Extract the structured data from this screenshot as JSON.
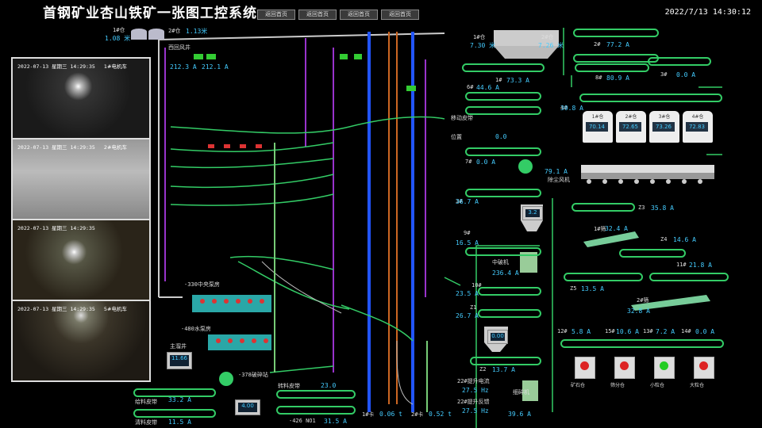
{
  "header": {
    "title": "首钢矿业杏山铁矿一张图工控系统",
    "nav_buttons": [
      "返回首页",
      "返回首页",
      "返回首页",
      "返回首页"
    ],
    "datetime": "2022/7/13  14:30:12"
  },
  "cameras": [
    {
      "timestamp": "2022-07-13 星期三 14:29:35",
      "name": "1#电机车"
    },
    {
      "timestamp": "2022-07-13 星期三 14:29:35",
      "name": "2#电机车"
    },
    {
      "timestamp": "2022-07-13 星期三 14:29:35",
      "name": ""
    },
    {
      "timestamp": "2022-07-13 星期三 14:29:35",
      "name": "5#电机车"
    }
  ],
  "left_labels": {
    "silo1": "1#仓",
    "silo1_val": "1.08 米",
    "silo2": "2#仓",
    "silo2_val": "1.13米",
    "west_fan": "西回风井",
    "fan_a1": "212.3 A",
    "fan_a2": "212.1 A",
    "level_330": "-330中央泵房",
    "level_480": "-480水泵房",
    "main_pump": "主溜井",
    "main_pump_val": "11.66",
    "crusher": "-378破碎站",
    "feeder1": "给料皮带",
    "feeder1_val": "33.2 A",
    "feeder2": "清料皮带",
    "feeder2_val": "11.5 A",
    "trans_belt": "转料皮带",
    "trans_belt_val": "23.0",
    "level_426": "-426 NO1",
    "level_426_val": "31.5 A",
    "shaft1": "1#卡",
    "shaft1_val": "0.06 t",
    "shaft2": "2#卡",
    "shaft2_val": "0.52 t",
    "move_belt": "移动皮带",
    "move_val": "0.0",
    "position": "位置",
    "line_val": "0.0",
    "hoist1": "22#提升电流",
    "hoist1_val": "27.5 Hz",
    "hoist2": "22#提升反馈",
    "hoist2_val": "27.5 Hz"
  },
  "right_labels": {
    "silo_1": "1#仓",
    "silo_1_val": "7.30 米",
    "silo_2": "2#仓",
    "silo_2_val": "7.26 米",
    "belt_2": "2#",
    "belt_2_val": "77.2 A",
    "belt_1": "1#",
    "belt_1_val": "73.3 A",
    "belt_3": "3#",
    "belt_3_val": "0.0 A",
    "belt_4": "4#",
    "belt_4_val": "39.8 A",
    "belt_6": "6#",
    "belt_6_val": "44.6 A",
    "belt_7": "7#",
    "belt_7_val": "0.0 A",
    "belt_8": "8#",
    "belt_8_val": "80.9 A",
    "belt_3b": "3#",
    "belt_3b_val": "36.7 A",
    "belt_9": "9#",
    "belt_9_val": "16.5 A",
    "belt_10": "10#",
    "belt_10_val": "23.5 A",
    "belt_z1": "Z1",
    "belt_z1_val": "26.7 A",
    "belt_z2": "Z2",
    "belt_z2_val": "13.7 A",
    "belt_z3": "Z3",
    "belt_z3_val": "35.8 A",
    "belt_z4": "Z4",
    "belt_z4_val": "14.6 A",
    "belt_z5": "Z5",
    "belt_z5_val": "13.5 A",
    "belt_11": "11#",
    "belt_11_val": "21.8 A",
    "belt_12": "12#",
    "belt_12_val": "5.8 A",
    "belt_15": "15#",
    "belt_15_val": "10.6 A",
    "belt_13": "13#",
    "belt_13_val": "7.2 A",
    "belt_14": "14#",
    "belt_14_val": "0.0 A",
    "screen1": "1#筛",
    "screen1_val": "32.4 A",
    "screen2": "2#筛",
    "screen2_val": "32.8 A",
    "crusher_m": "中破机",
    "crusher_m_val": "236.4 A",
    "fine_crusher": "细碎机",
    "fine_val": "39.6 A",
    "fan": "除尘风机",
    "fan_val": "79.1 A",
    "hopper_val": "3.2",
    "bin2_val": "0.00",
    "move_car": "移动皮带",
    "dist_car": "位置",
    "dist_val": "0.0"
  },
  "storage_silos": [
    {
      "name": "1#仓",
      "value": "70.14"
    },
    {
      "name": "2#仓",
      "value": "72.65"
    },
    {
      "name": "3#仓",
      "value": "73.26"
    },
    {
      "name": "4#仓",
      "value": "72.83"
    }
  ],
  "product_bins": [
    {
      "name": "矿石仓",
      "status_color": "#d22"
    },
    {
      "name": "筛分仓",
      "status_color": "#d22"
    },
    {
      "name": "小粒仓",
      "status_color": "#2c2"
    },
    {
      "name": "大粒仓",
      "status_color": "#d22"
    }
  ],
  "colors": {
    "belt": "#33cc66",
    "shaft_blue": "#2255ff",
    "shaft_orange": "#cc6622",
    "pipe_purple": "#9933cc",
    "value_blue": "#44ccff"
  }
}
